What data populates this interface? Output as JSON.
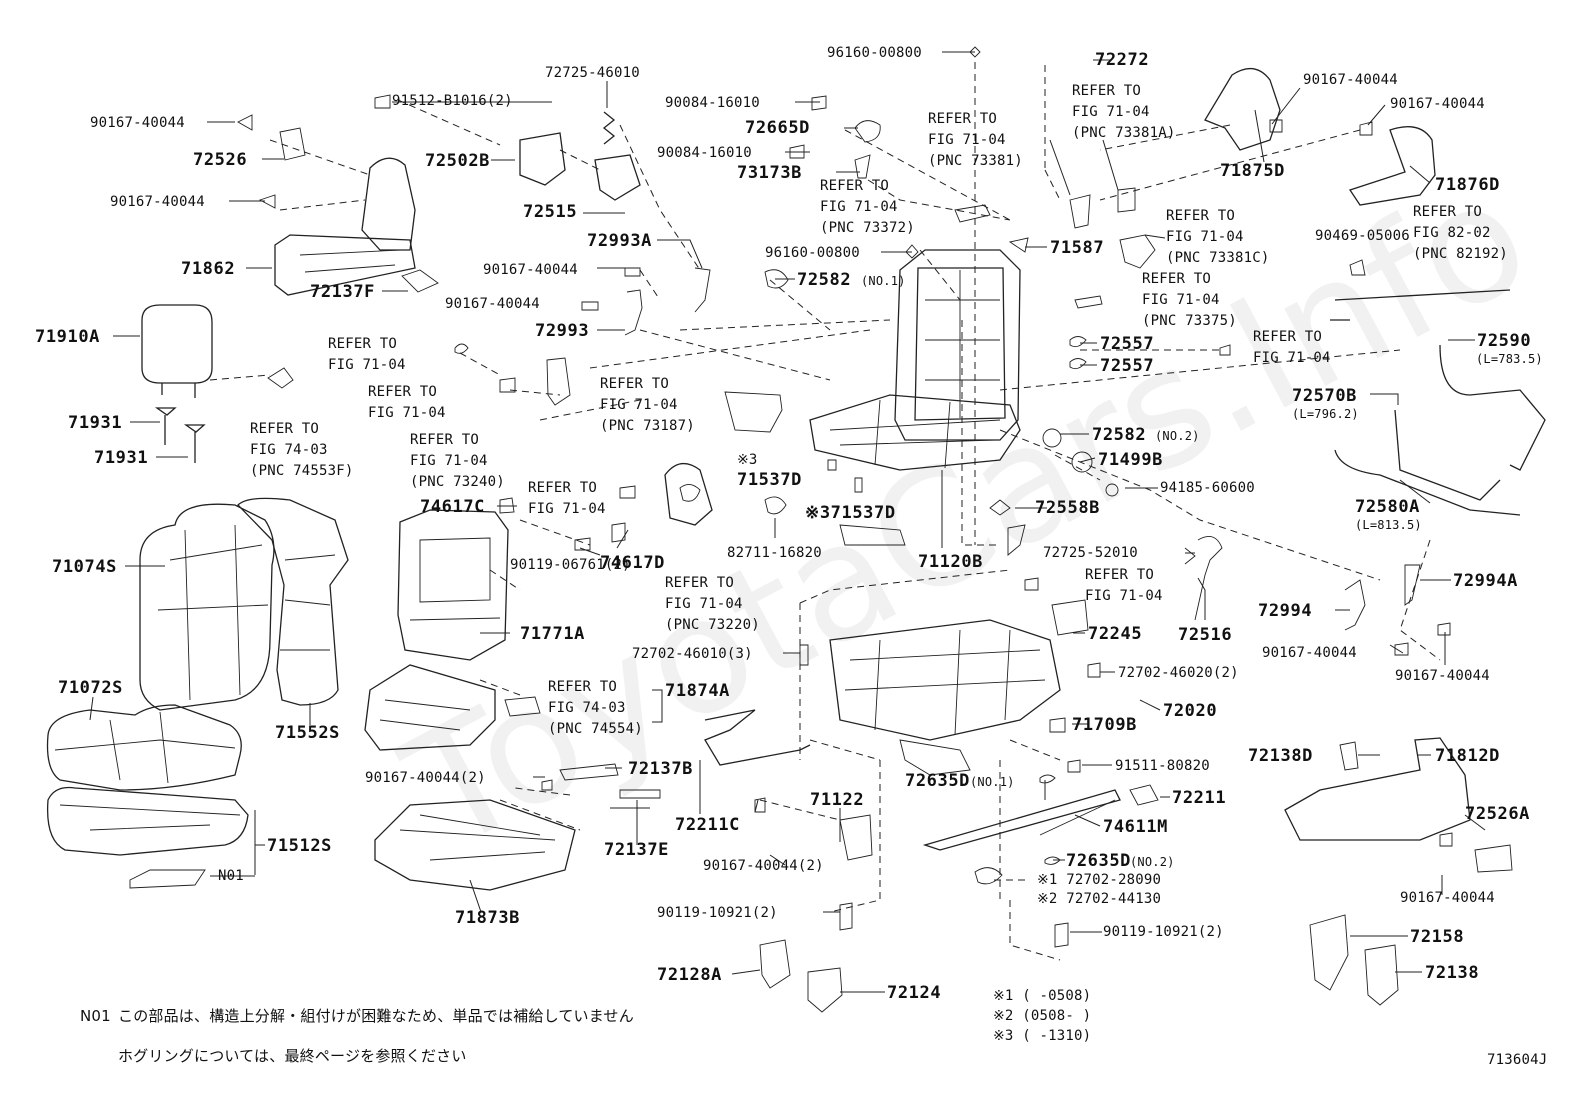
{
  "watermark": "ToyotaCars.Info",
  "figure_code": "713604J",
  "labels": {
    "p_96160_top": "96160-00800",
    "p_72272": "72272",
    "p_72725_46010": "72725-46010",
    "p_91512": "91512-B1016(2)",
    "p_90084_1": "90084-16010",
    "p_72665D": "72665D",
    "p_90084_2": "90084-16010",
    "p_73173B": "73173B",
    "p_90167_a": "90167-40044",
    "p_72526": "72526",
    "p_72502B": "72502B",
    "p_90167_b": "90167-40044",
    "p_72515": "72515",
    "p_71862": "71862",
    "p_72137F": "72137F",
    "p_72993A": "72993A",
    "p_90167_c": "90167-40044",
    "p_90167_d": "90167-40044",
    "p_72993": "72993",
    "p_96160_mid": "96160-00800",
    "p_72582_1": "72582",
    "p_72582_1_sfx": "(NO.1)",
    "p_71587": "71587",
    "p_90167_e": "90167-40044",
    "p_90167_f": "90167-40044",
    "p_71875D": "71875D",
    "p_71876D": "71876D",
    "p_90469": "90469-05006",
    "p_71910A": "71910A",
    "p_71931_a": "71931",
    "p_71931_b": "71931",
    "p_72557_a": "72557",
    "p_72557_b": "72557",
    "p_72590": "72590",
    "p_72590_len": "(L=783.5)",
    "p_72570B": "72570B",
    "p_72570B_len": "(L=796.2)",
    "p_72582_2": "72582",
    "p_72582_2_sfx": "(NO.2)",
    "p_71499B": "71499B",
    "p_94185": "94185-60600",
    "p_72558B": "72558B",
    "p_72580A": "72580A",
    "p_72580A_len": "(L=813.5)",
    "p_kome3_a": "※3",
    "p_71537D_a": "71537D",
    "p_71537D_b": "※371537D",
    "p_74617C": "74617C",
    "p_74617D": "74617D",
    "p_90119_06761": "90119-06761(2)",
    "p_82711": "82711-16820",
    "p_71120B": "71120B",
    "p_72725_52010": "72725-52010",
    "p_72516": "72516",
    "p_72994A": "72994A",
    "p_72994": "72994",
    "p_90167_g": "90167-40044",
    "p_90167_h": "90167-40044",
    "p_71074S": "71074S",
    "p_71771A": "71771A",
    "p_72702_46010": "72702-46010(3)",
    "p_72245": "72245",
    "p_72702_46020": "72702-46020(2)",
    "p_71072S": "71072S",
    "p_71874A": "71874A",
    "p_72020": "72020",
    "p_71552S": "71552S",
    "p_71709B": "71709B",
    "p_91511": "91511-80820",
    "p_72138D": "72138D",
    "p_71812D": "71812D",
    "p_90167_i": "90167-40044(2)",
    "p_72137B": "72137B",
    "p_72211C": "72211C",
    "p_71122": "71122",
    "p_72635D_1": "72635D",
    "p_72635D_1_sfx": "(NO.1)",
    "p_72211": "72211",
    "p_72526A": "72526A",
    "p_74611M": "74611M",
    "p_71512S": "71512S",
    "p_72137E": "72137E",
    "p_90167_j": "90167-40044(2)",
    "p_72635D_2": "72635D",
    "p_72635D_2_sfx": "(NO.2)",
    "p_90167_k": "90167-40044",
    "p_N01_mark": "N01",
    "p_kome1_part": "※1 72702-28090",
    "p_kome2_part": "※2 72702-44130",
    "p_71873B": "71873B",
    "p_90119_10921_a": "90119-10921(2)",
    "p_90119_10921_b": "90119-10921(2)",
    "p_72158": "72158",
    "p_72128A": "72128A",
    "p_72124": "72124",
    "p_72138": "72138"
  },
  "refs": {
    "r_73381": [
      "REFER TO",
      "FIG 71-04",
      "(PNC 73381)"
    ],
    "r_73381A": [
      "REFER TO",
      "FIG 71-04",
      "(PNC 73381A)"
    ],
    "r_73372": [
      "REFER TO",
      "FIG 71-04",
      "(PNC 73372)"
    ],
    "r_73381C": [
      "REFER TO",
      "FIG 71-04",
      "(PNC 73381C)"
    ],
    "r_82192": [
      "REFER TO",
      "FIG 82-02",
      "(PNC 82192)"
    ],
    "r_73375": [
      "REFER TO",
      "FIG 71-04",
      "(PNC 73375)"
    ],
    "r_7104_right": [
      "REFER TO",
      "FIG 71-04"
    ],
    "r_7104_left1": [
      "REFER TO",
      "FIG 71-04"
    ],
    "r_7104_left2": [
      "REFER TO",
      "FIG 71-04"
    ],
    "r_74553F": [
      "REFER TO",
      "FIG 74-03",
      "(PNC 74553F)"
    ],
    "r_73187": [
      "REFER TO",
      "FIG 71-04",
      "(PNC 73187)"
    ],
    "r_73240": [
      "REFER TO",
      "FIG 71-04",
      "(PNC 73240)"
    ],
    "r_7104_mid": [
      "REFER TO",
      "FIG 71-04"
    ],
    "r_73220": [
      "REFER TO",
      "FIG 71-04",
      "(PNC 73220)"
    ],
    "r_7104_lowright": [
      "REFER TO",
      "FIG 71-04"
    ],
    "r_74554": [
      "REFER TO",
      "FIG 74-03",
      "(PNC 74554)"
    ]
  },
  "footnotes": {
    "n01_code": "N01",
    "n01_text": "この部品は、構造上分解・組付けが困難なため、単品では補給していません",
    "hog_text": "ホグリングについては、最終ページを参照ください",
    "k1": "※1 (     -0508)",
    "k2": "※2 (0508-     )",
    "k3": "※3 (     -1310)"
  }
}
